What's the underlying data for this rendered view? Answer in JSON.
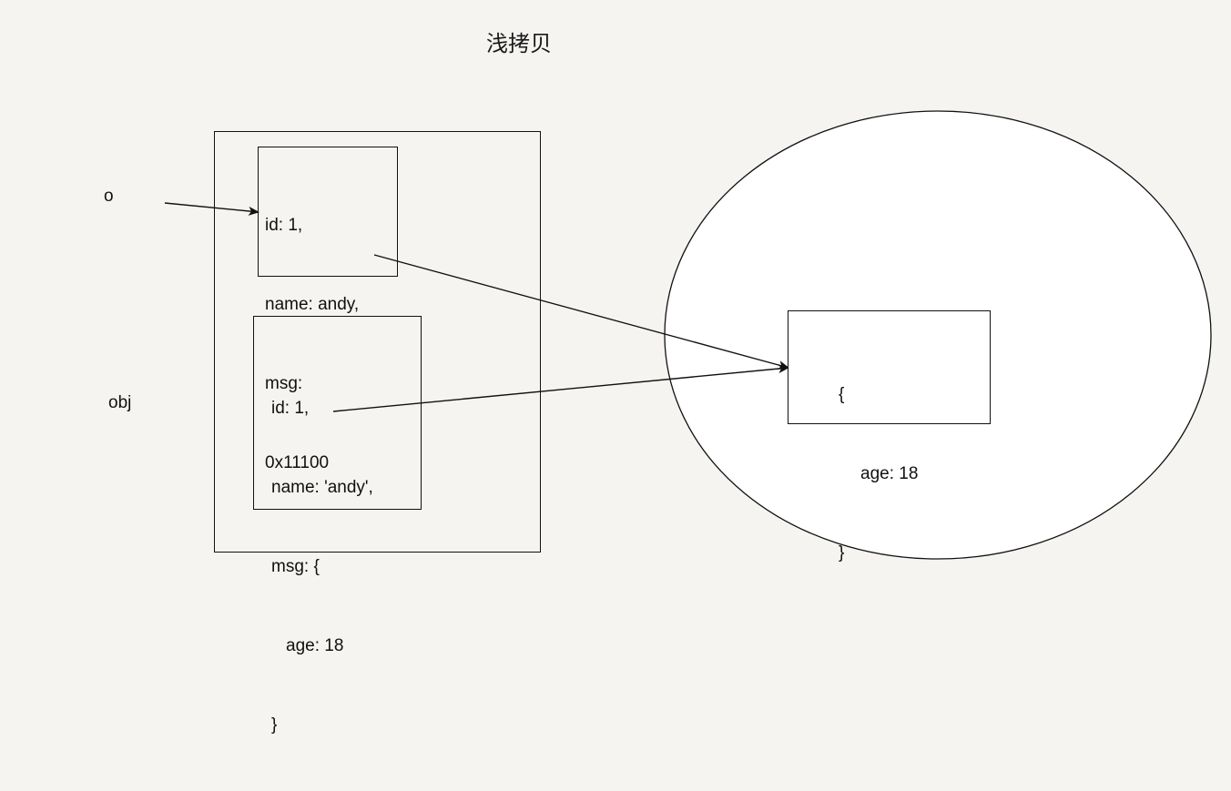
{
  "title": "浅拷贝",
  "variables": {
    "o": "o",
    "obj": "obj"
  },
  "o_object": {
    "lines": [
      "id: 1,",
      "name: andy,",
      "msg:",
      "0x11100"
    ]
  },
  "obj_object": {
    "lines": [
      "id: 1,",
      "name: 'andy',",
      "msg: {",
      "age: 18",
      "}"
    ]
  },
  "heap_object": {
    "lines": [
      "{",
      "age: 18",
      "}"
    ]
  },
  "colors": {
    "background": "#f5f4f0",
    "stroke": "#111111",
    "heap_fill": "#ffffff"
  }
}
